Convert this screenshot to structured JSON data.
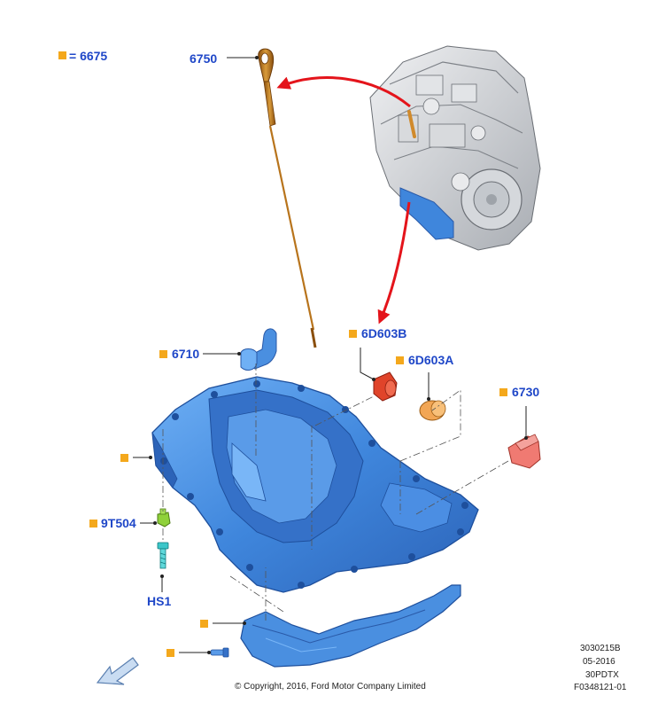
{
  "legend": {
    "text": "= 6675"
  },
  "labels": {
    "dipstick": "6750",
    "tube": "6710",
    "plug_b": "6D603B",
    "plug_a": "6D603A",
    "drain_plug": "6730",
    "sensor": "9T504",
    "bolt": "HS1"
  },
  "footer": {
    "copyright": "© Copyright, 2016, Ford Motor Company Limited",
    "code1": "3030215B",
    "date": "05-2016",
    "code2": "30PDTX",
    "ref": "F0348121-01"
  },
  "colors": {
    "label_blue": "#1f47c8",
    "marker_orange": "#f4a81c",
    "arrow_red": "#e4141b",
    "pan_blue": "#4a8fe0",
    "dipstick_brown": "#b8741c",
    "engine_grey": "#cfd2d6"
  },
  "icons": {
    "legend_marker": "orange-square",
    "direction_arrow": "front-direction-arrow"
  }
}
